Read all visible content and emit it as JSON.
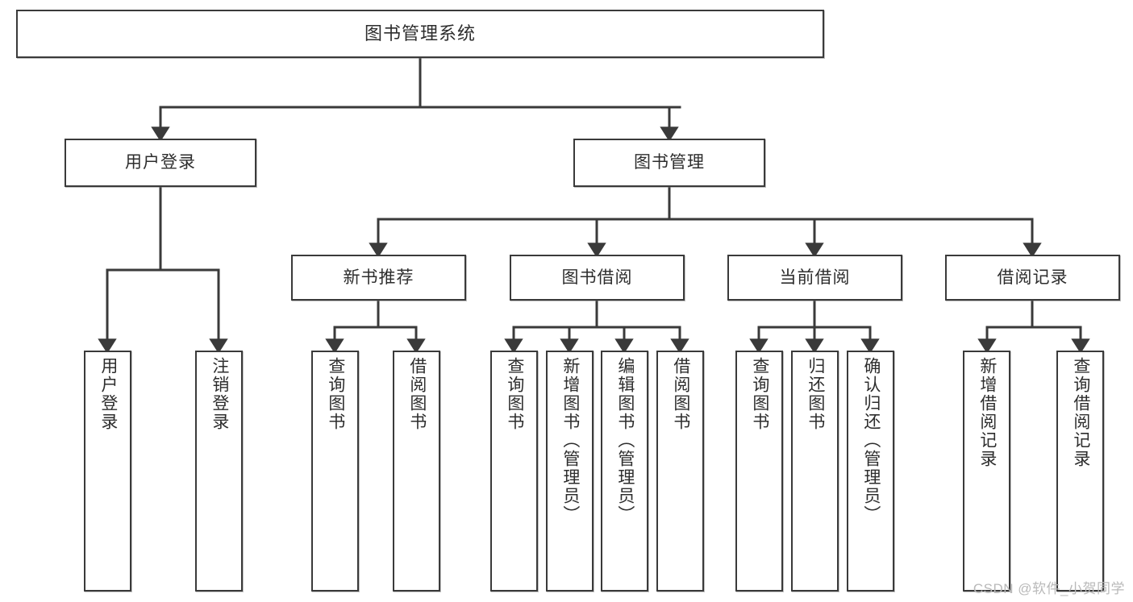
{
  "diagram": {
    "title": "图书管理系统",
    "watermark": "CSDN @软件_小贺同学",
    "type": "tree-hierarchy",
    "line_color": "#3a3a3a",
    "box_fill": "#ffffff",
    "text_color": "#2d2d2d",
    "nodes": {
      "root": {
        "label": "图书管理系统"
      },
      "level1": [
        {
          "label": "用户登录"
        },
        {
          "label": "图书管理"
        }
      ],
      "level2": [
        {
          "label": "新书推荐"
        },
        {
          "label": "图书借阅"
        },
        {
          "label": "当前借阅"
        },
        {
          "label": "借阅记录"
        }
      ],
      "leaves": {
        "user_login": [
          {
            "label": "用户登录"
          },
          {
            "label": "注销登录"
          }
        ],
        "new_book_recommend": [
          {
            "label": "查询图书"
          },
          {
            "label": "借阅图书"
          }
        ],
        "book_borrow": [
          {
            "label": "查询图书"
          },
          {
            "label": "新增图书（管理员）"
          },
          {
            "label": "编辑图书（管理员）"
          },
          {
            "label": "借阅图书"
          }
        ],
        "current_borrow": [
          {
            "label": "查询图书"
          },
          {
            "label": "归还图书"
          },
          {
            "label": "确认归还（管理员）"
          }
        ],
        "borrow_record": [
          {
            "label": "新增借阅记录"
          },
          {
            "label": "查询借阅记录"
          }
        ]
      }
    }
  }
}
